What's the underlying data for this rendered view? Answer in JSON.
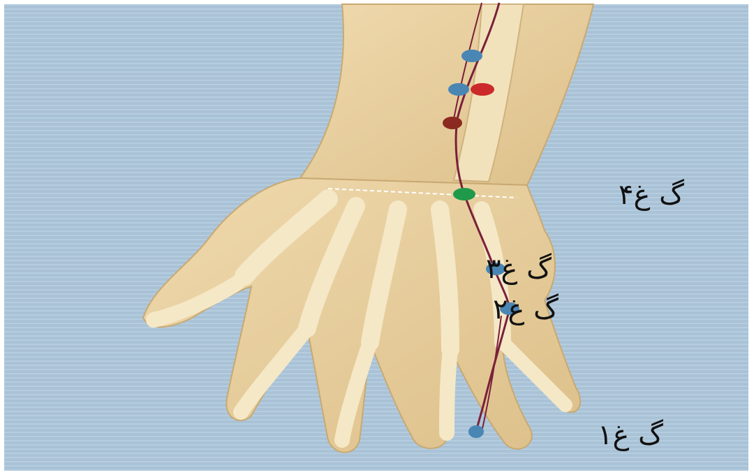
{
  "labels": {
    "point1": "گ غ۱",
    "point2": "گ غ۲",
    "point3": "گ غ۳",
    "point4": "گ غ۴"
  },
  "colors": {
    "background": "#a9c2d6",
    "skin": "#e9d3a4",
    "bone": "#f2e3bd",
    "meridian_line": "#7a1f3a",
    "point_blue": "#4a86b3",
    "point_red": "#cc2a2a",
    "point_dark_red": "#8b2a20",
    "point_green": "#1f9a4a"
  },
  "points": [
    {
      "id": "p1",
      "color": "point_blue"
    },
    {
      "id": "p2",
      "color": "point_blue"
    },
    {
      "id": "p3",
      "color": "point_blue"
    },
    {
      "id": "p4",
      "color": "point_green"
    },
    {
      "id": "p5",
      "color": "point_dark_red"
    },
    {
      "id": "p6",
      "color": "point_blue"
    },
    {
      "id": "p7",
      "color": "point_red"
    },
    {
      "id": "p8",
      "color": "point_blue"
    }
  ]
}
